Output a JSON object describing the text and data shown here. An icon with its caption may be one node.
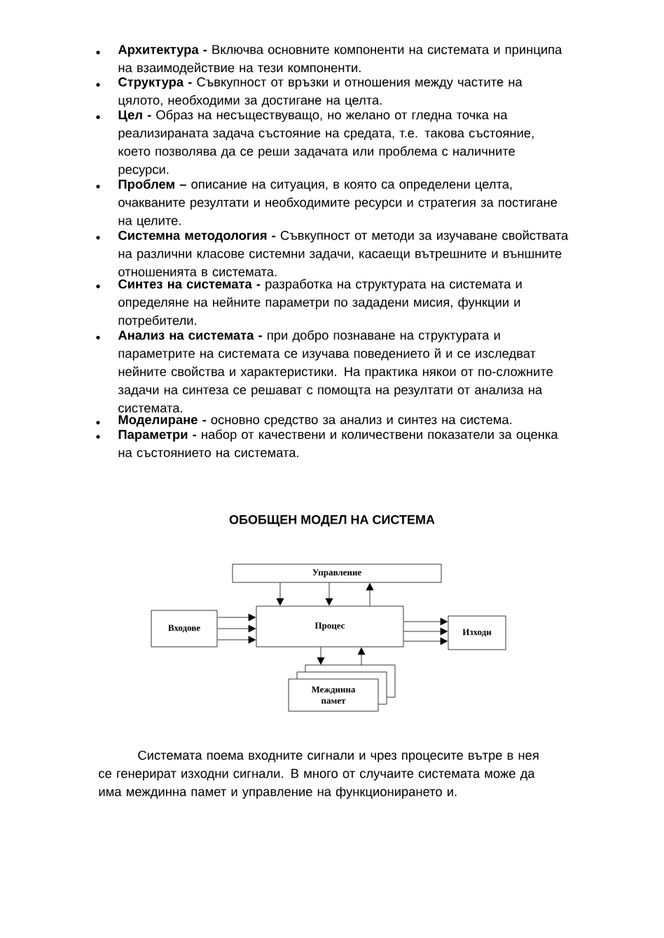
{
  "diagram": {
    "title": "ОБОБЩЕН МОДЕЛ НА СИСТЕМА",
    "caption": "Системата поема входните сигнали и чрез процесите вътре в нея се генерират изходни сигнали. В много от случаите системата може да има междинна памет и управление на функционирането и.",
    "nodes": [
      {
        "text": [
          "Управление"
        ]
      },
      {
        "text": [
          "Входове"
        ]
      },
      {
        "text": [
          "Процес"
        ]
      },
      {
        "text": [
          "Изходи"
        ]
      },
      {
        "text": [
          "Междинна памет"
        ]
      }
    ],
    "edges": [
      {
        "from": 0,
        "to": 2,
        "arrow": "to"
      },
      {
        "from": 0,
        "to": 2,
        "arrow": "to"
      },
      {
        "from": 2,
        "to": 0,
        "arrow": "to"
      },
      {
        "from": 1,
        "to": 2,
        "arrow": "to"
      },
      {
        "from": 1,
        "to": 2,
        "arrow": "to"
      },
      {
        "from": 1,
        "to": 2,
        "arrow": "to"
      },
      {
        "from": 2,
        "to": 3,
        "arrow": "to"
      },
      {
        "from": 2,
        "to": 3,
        "arrow": "to"
      },
      {
        "from": 2,
        "to": 3,
        "arrow": "to"
      },
      {
        "from": 2,
        "to": 4,
        "arrow": "to"
      },
      {
        "from": 4,
        "to": 2,
        "arrow": "to"
      }
    ],
    "labels": [
      "**Архитектура -** Включва основните компоненти на системата и принципа на взаимодействие на тези компоненти.",
      "**Структура -** Съвкупност от връзки и отношения между частите на цялото, необходими за достигане на целта.",
      "**Цел -** Образ на несъществуващо, но желано от гледна точка на реализираната задача състояние на средата, т.е. такова състояние, което позволява да се реши задачата или проблема с наличните ресурси.",
      "**Проблем –** описание на ситуация, в която са определени целта, очакваните резултати и необходимите ресурси и стратегия за постигане на целите.",
      "**Системна методология -** Съвкупност от методи за изучаване свойствата на различни класове системни задачи, касаещи вътрешните и външните отношенията в системата.",
      "**Синтез на системата -** разработка на структурата на системата и определяне на нейните параметри по зададени мисия, функции и потребители.",
      "**Анализ на системата -** при добро познаване на структурата и параметрите на системата се изучава поведението й и се изследват нейните свойства и характеристики. На практика някои от по-сложните задачи на синтеза се решават с помощта на резултати от анализа на системата.",
      "**Моделиране -** основно средство за анализ и синтез на система.",
      "**Параметри -** набор от качествени и количествени показатели за оценка на състоянието на системата."
    ]
  }
}
